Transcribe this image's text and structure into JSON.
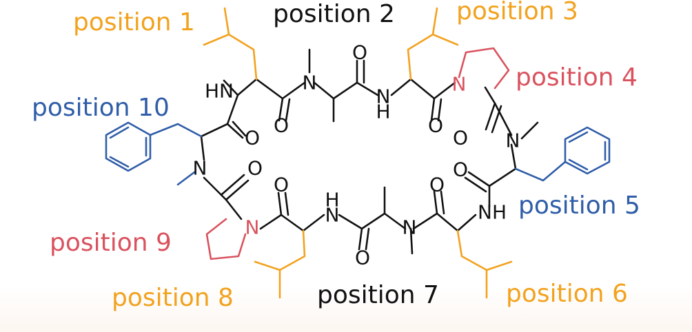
{
  "colors": {
    "orange": "#f2a21e",
    "black": "#111111",
    "red": "#d9525e",
    "blue": "#2f5da8"
  },
  "labels": {
    "position_1": "position 1",
    "position_2": "position 2",
    "position_3": "position 3",
    "position_4": "position 4",
    "position_5": "position 5",
    "position_6": "position 6",
    "position_7": "position 7",
    "position_8": "position 8",
    "position_9": "position 9",
    "position_10": "position 10"
  },
  "atoms": {
    "nitrogen": "N",
    "oxygen": "O",
    "hn": "HN",
    "nh": "NH",
    "hydrogen": "H"
  }
}
